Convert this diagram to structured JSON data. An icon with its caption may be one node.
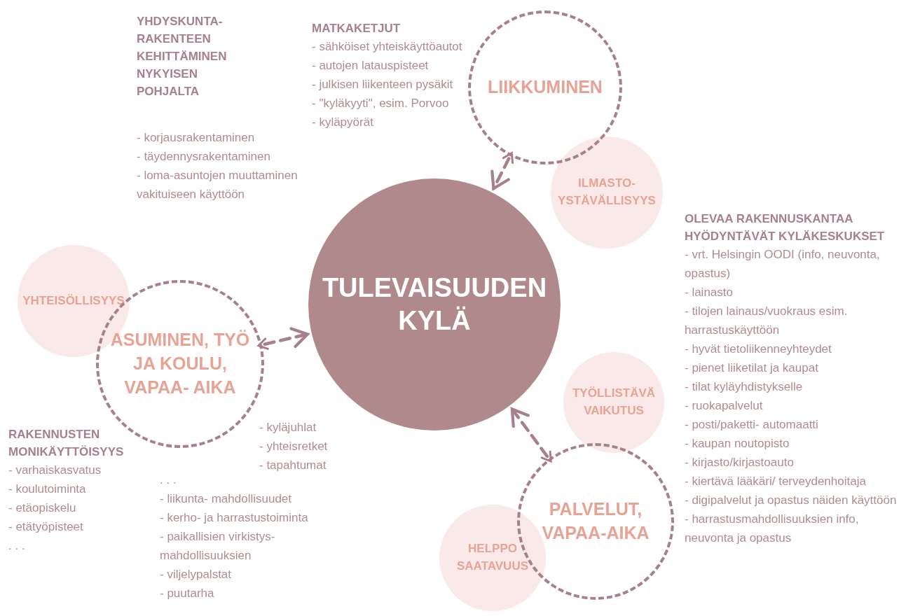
{
  "diagram": {
    "nodes": [
      {
        "text": [
          "TULEVAISUUDEN KYLÄ"
        ]
      },
      {
        "text": [
          "LIIKKUMINEN"
        ]
      },
      {
        "text": [
          "ILMASTO- YSTÄVÄLLISYYS"
        ]
      },
      {
        "text": [
          "YHTEISÖLLISYYS"
        ]
      },
      {
        "text": [
          "ASUMINEN, TYÖ JA KOULU, VAPAA- AIKA"
        ]
      },
      {
        "text": [
          "TYÖLLISTÄVÄ VAIKUTUS"
        ]
      },
      {
        "text": [
          "PALVELUT, VAPAA-AIKA"
        ]
      },
      {
        "text": [
          "HELPPO SAATAVUUS"
        ]
      }
    ],
    "edges": [
      {
        "from": 1,
        "to": 0,
        "arrow": "both",
        "style": "dashed"
      },
      {
        "from": 4,
        "to": 0,
        "arrow": "both",
        "style": "dashed"
      },
      {
        "from": 6,
        "to": 0,
        "arrow": "both",
        "style": "dashed"
      }
    ],
    "labels": [
      "YHDYSKUNTA- RAKENTEEN KEHITTÄMINEN NYKYISEN POHJALTA",
      "- korjausrakentaminen",
      "- täydennysrakentaminen",
      "- loma-asuntojen muuttaminen vakituiseen käyttöön",
      "MATKAKETJUT",
      "- sähköiset yhteiskäyttöautot",
      "- autojen latauspisteet",
      "- julkisen liikenteen pysäkit",
      "- \"kyläkyyti\", esim. Porvoo",
      "- kyläpyörät",
      "OLEVAA RAKENNUSKANTAA HYÖDYNTÄVÄT KYLÄKESKUKSET",
      "- vrt. Helsingin OODI (info, neuvonta, opastus)",
      "- lainasto",
      "- tilojen lainaus/vuokraus esim. harrastuskäyttöön",
      "- hyvät tietoliikenneyhteydet",
      "- pienet liiketilat ja kaupat",
      "- tilat kyläyhdistykselle",
      "- ruokapalvelut",
      "- posti/paketti- automaatti",
      "- kaupan noutopisto",
      "- kirjasto/kirjastoauto",
      "- kiertävä lääkäri/ terveydenhoitaja",
      "- digipalvelut ja opastus näiden käyttöön",
      "- harrastusmahdollisuuksien info, neuvonta ja opastus",
      "- kyläjuhlat",
      "- yhteisretket",
      "- tapahtumat",
      "RAKENNUSTEN MONIKÄYTTÖISYYS",
      "- varhaiskasvatus",
      "- koulutoiminta",
      "- etäopiskelu",
      "- etätyöpisteet",
      ". . .",
      ". . .",
      "- liikunta- mahdollisuudet",
      "- kerho- ja harrastustoiminta",
      "- paikallisien virkistys- mahdollisuuksien",
      "- viljelypalstat",
      "- puutarha"
    ]
  }
}
